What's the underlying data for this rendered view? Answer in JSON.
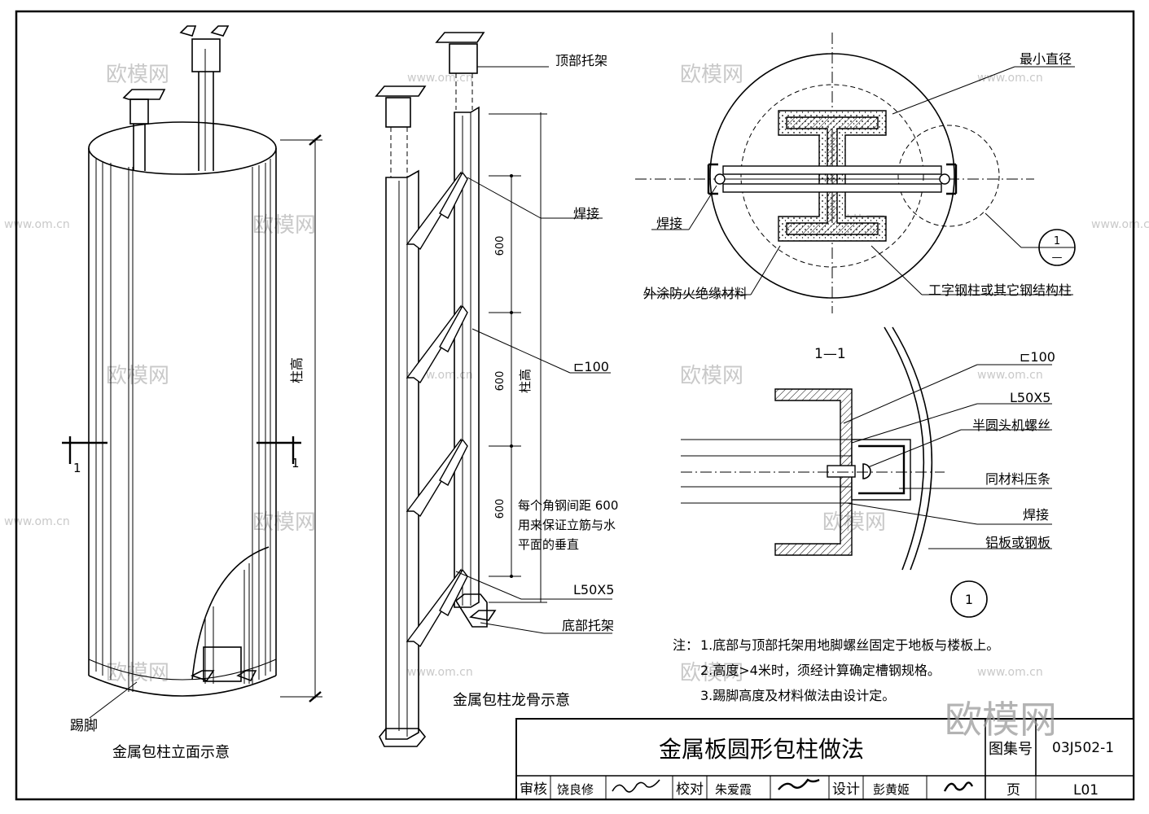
{
  "elevation": {
    "caption": "金属包柱立面示意",
    "height_label": "柱高",
    "base_label": "踢脚",
    "section_mark_left": "1",
    "section_mark_right": "1"
  },
  "skeleton": {
    "caption": "金属包柱龙骨示意",
    "top_bracket": "顶部托架",
    "weld": "焊接",
    "channel": "⊏100",
    "angle": "L50X5",
    "bottom_bracket": "底部托架",
    "spacing_1": "600",
    "spacing_2": "600",
    "spacing_3": "600",
    "height_label": "柱高",
    "spacing_note_line1": "每个角钢间距 600",
    "spacing_note_line2": "用来保证立筋与水",
    "spacing_note_line3": "平面的垂直"
  },
  "plan": {
    "min_diameter": "最小直径",
    "weld": "焊接",
    "fireproof": "外涂防火绝缘材料",
    "column": "工字钢柱或其它钢结构柱",
    "detail_ref_top": "1",
    "detail_ref_bottom": "—"
  },
  "section": {
    "title": "1—1",
    "channel": "⊏100",
    "angle": "L50X5",
    "screw": "半圆头机螺丝",
    "strip": "同材料压条",
    "weld": "焊接",
    "panel": "铝板或钢板",
    "detail_no": "1"
  },
  "notes": {
    "prefix": "注：",
    "items": [
      "1.底部与顶部托架用地脚螺丝固定于地板与楼板上。",
      "2.高度>4米时，须经计算确定槽钢规格。",
      "3.踢脚高度及材料做法由设计定。"
    ]
  },
  "title_block": {
    "title": "金属板圆形包柱做法",
    "atlas_label": "图集号",
    "atlas_no": "03J502-1",
    "review_label": "审核",
    "reviewer": "饶良修",
    "check_label": "校对",
    "checker": "朱爱霞",
    "design_label": "设计",
    "designer": "彭黄姬",
    "page_label": "页",
    "page_no": "L01"
  },
  "watermark": {
    "brand": "欧模网",
    "url": "www.om.cn"
  }
}
